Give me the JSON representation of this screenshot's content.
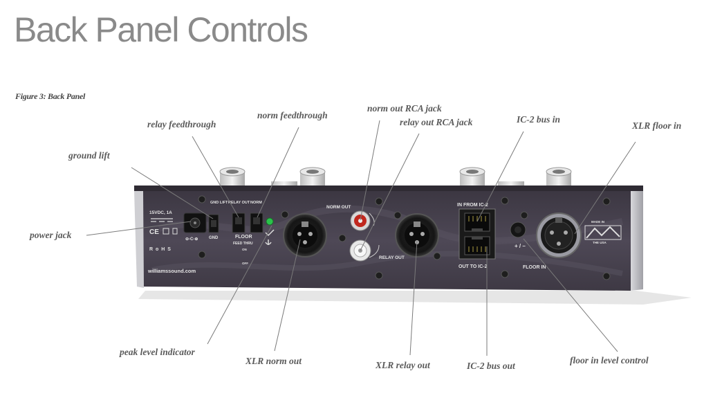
{
  "title": "Back Panel Controls",
  "figure_caption": "Figure 3: Back Panel",
  "colors": {
    "title": "#8a8a8a",
    "label": "#5a5a5a",
    "leader": "#7a7a7a",
    "panel": "#4a4450",
    "rca_red": "#c0281e"
  },
  "labels": {
    "relay_feedthrough": "relay feedthrough",
    "norm_feedthrough": "norm feedthrough",
    "norm_out_rca": "norm out RCA jack",
    "relay_out_rca": "relay out RCA jack",
    "ic2_bus_in": "IC-2 bus in",
    "xlr_floor_in": "XLR floor in",
    "ground_lift": "ground lift",
    "power_jack": "power jack",
    "peak_level": "peak level indicator",
    "xlr_norm_out": "XLR norm out",
    "xlr_relay_out": "XLR relay out",
    "ic2_bus_out": "IC-2 bus out",
    "floor_level": "floor in level control"
  },
  "panel_text": {
    "power_rating": "15VDC, 1A",
    "gnd_lift": "GND LIFT",
    "gnd": "GND",
    "relay_out": "RELAY OUT",
    "norm": "NORM",
    "floor_feed": "FLOOR",
    "feed_thru": "FEED THRU",
    "on": "ON",
    "off": "OFF",
    "norm_out": "NORM OUT",
    "relay_out_jack": "RELAY OUT",
    "in_from_ic2": "IN FROM IC-2",
    "out_to_ic2": "OUT TO IC-2",
    "floor_in": "FLOOR IN",
    "level_marks": "+ / –",
    "made_in": "MADE IN",
    "the_usa": "THE USA",
    "rohs": "R o H S",
    "website": "williamssound.com",
    "ce_mark": "CE",
    "polarity": "⊖-C-⊕"
  }
}
